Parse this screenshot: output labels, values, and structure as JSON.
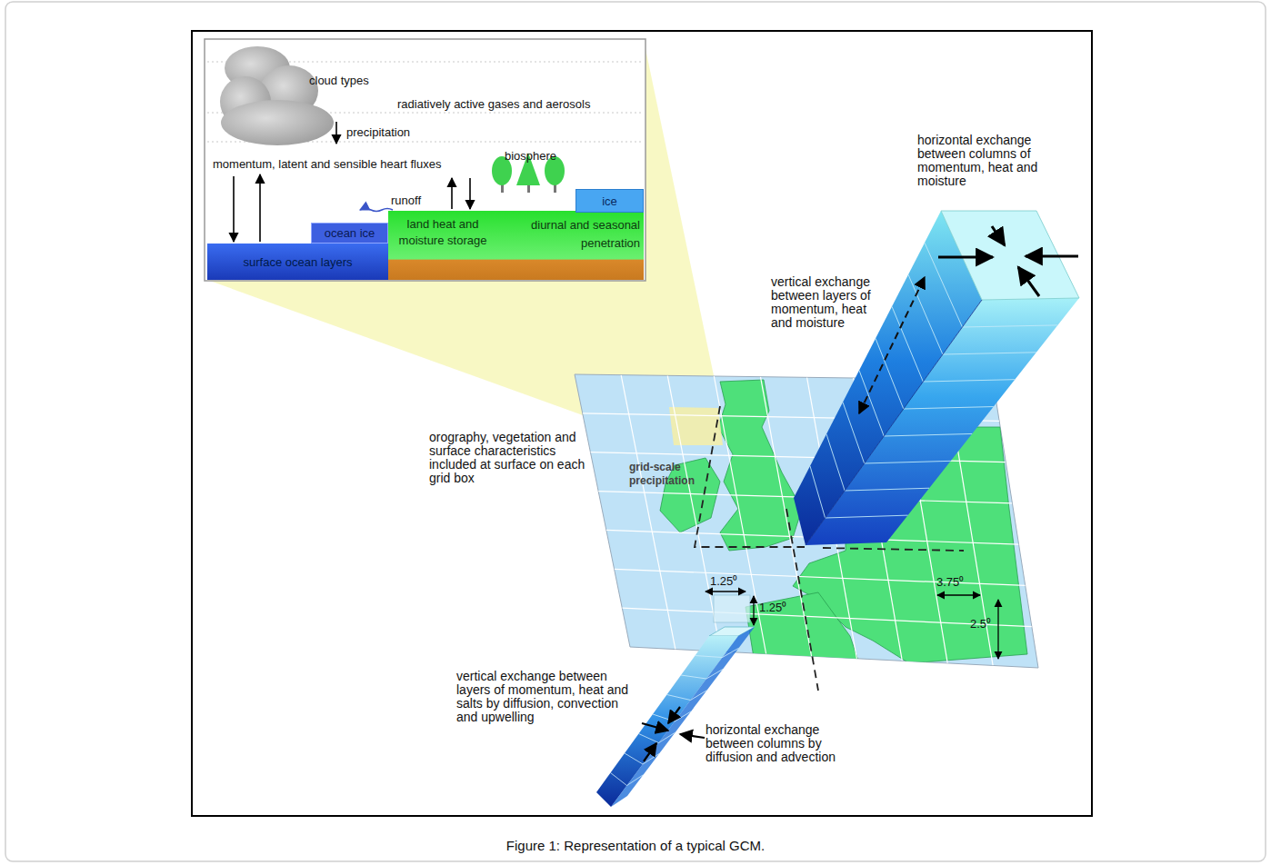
{
  "diagram": {
    "caption": "Figure 1: Representation of a typical GCM.",
    "nodes": [
      {
        "text": [
          "surface ocean layers"
        ]
      },
      {
        "text": [
          "ocean ice"
        ]
      },
      {
        "text": [
          "land heat and moisture storage",
          "diurnal and seasonal penetration"
        ]
      },
      {
        "text": [
          "ice"
        ]
      }
    ],
    "labels": [
      "cloud types",
      "radiatively active gases and aerosols",
      "precipitation",
      "momentum, latent and sensible heart fluxes",
      "biosphere",
      "runoff",
      "horizontal exchange between columns of momentum, heat and moisture",
      "vertical exchange between layers of momentum, heat and moisture",
      "orography, vegetation and surface characteristics included at surface on each grid box",
      "grid-scale precipitation",
      "1.25⁰",
      "1.25⁰",
      "3.75⁰",
      "2.5⁰",
      "vertical exchange between layers of momentum, heat and salts by diffusion, convection and upwelling",
      "horizontal exchange between columns by diffusion and advection"
    ]
  }
}
